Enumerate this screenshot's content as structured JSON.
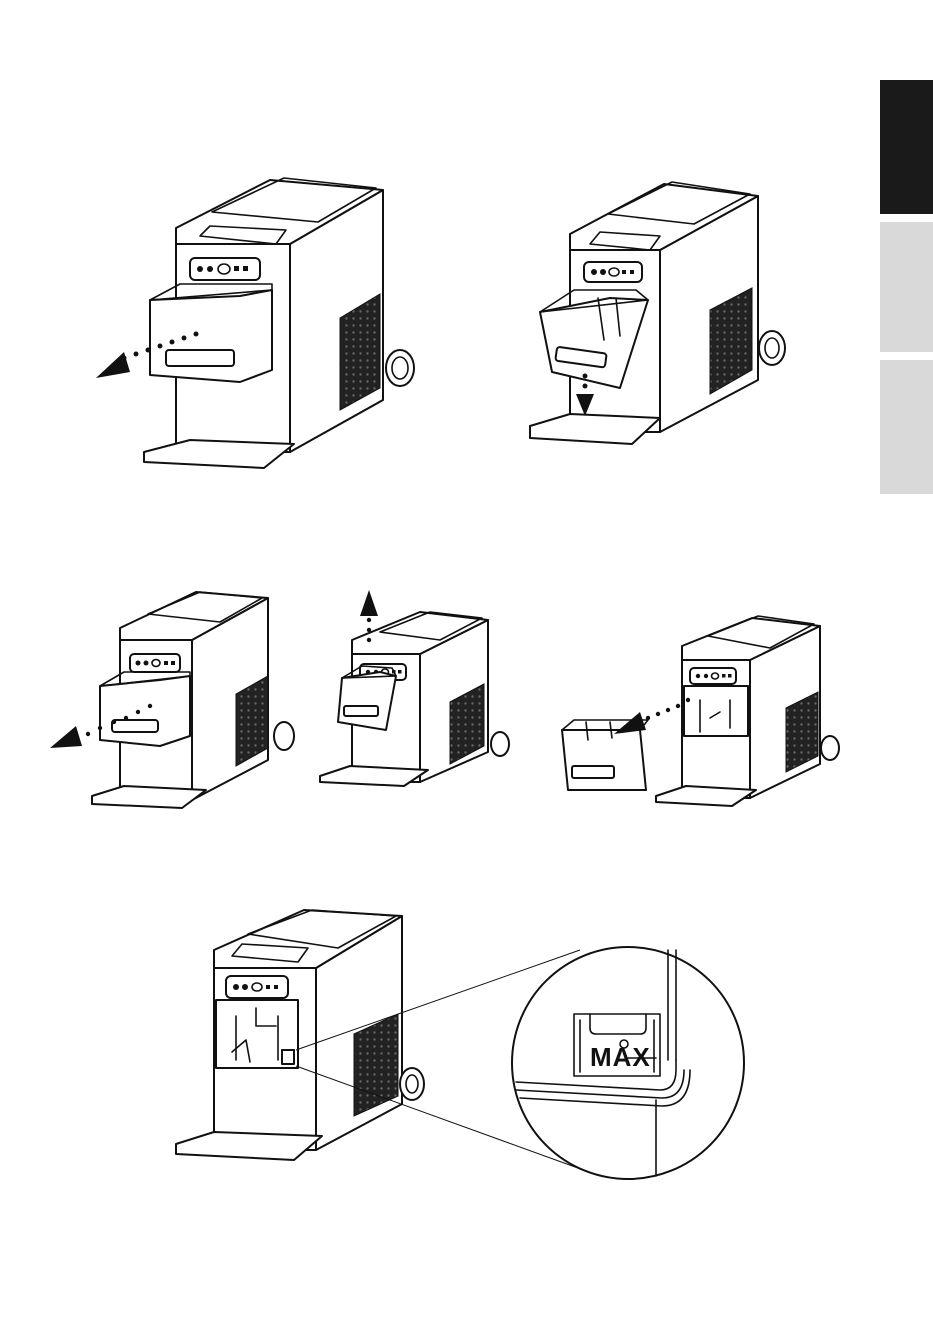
{
  "side_tabs": [
    {
      "id": "tab-1",
      "state": "active",
      "color": "#1a1a1a"
    },
    {
      "id": "tab-2",
      "state": "inactive",
      "color": "#d9d9d9"
    },
    {
      "id": "tab-3",
      "state": "inactive",
      "color": "#d9d9d9"
    }
  ],
  "detail": {
    "max_label": "MAX"
  }
}
